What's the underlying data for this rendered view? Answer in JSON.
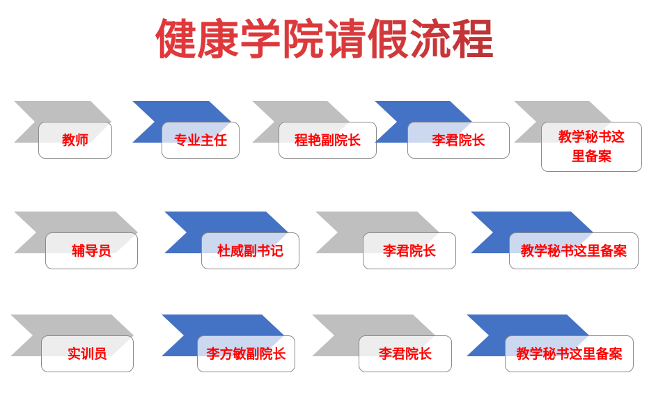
{
  "title": "健康学院请假流程",
  "colors": {
    "title_start": "#e8353a",
    "title_end": "#9b2a2e",
    "chevron_gray": "#bfbfbf",
    "chevron_blue": "#4472c4",
    "label_red": "#ff0000",
    "box_border": "#8a8a8a"
  },
  "flows": [
    {
      "steps": [
        {
          "label": "教师",
          "style": "gray"
        },
        {
          "label": "专业主任",
          "style": "blue"
        },
        {
          "label": "程艳副院长",
          "style": "gray"
        },
        {
          "label": "李君院长",
          "style": "blue"
        },
        {
          "label": "教学秘书这里备案",
          "style": "gray"
        }
      ]
    },
    {
      "steps": [
        {
          "label": "辅导员",
          "style": "gray"
        },
        {
          "label": "杜威副书记",
          "style": "blue"
        },
        {
          "label": "李君院长",
          "style": "gray"
        },
        {
          "label": "教学秘书这里备案",
          "style": "blue"
        }
      ]
    },
    {
      "steps": [
        {
          "label": "实训员",
          "style": "gray"
        },
        {
          "label": "李方敏副院长",
          "style": "blue"
        },
        {
          "label": "李君院长",
          "style": "gray"
        },
        {
          "label": "教学秘书这里备案",
          "style": "blue"
        }
      ]
    }
  ]
}
